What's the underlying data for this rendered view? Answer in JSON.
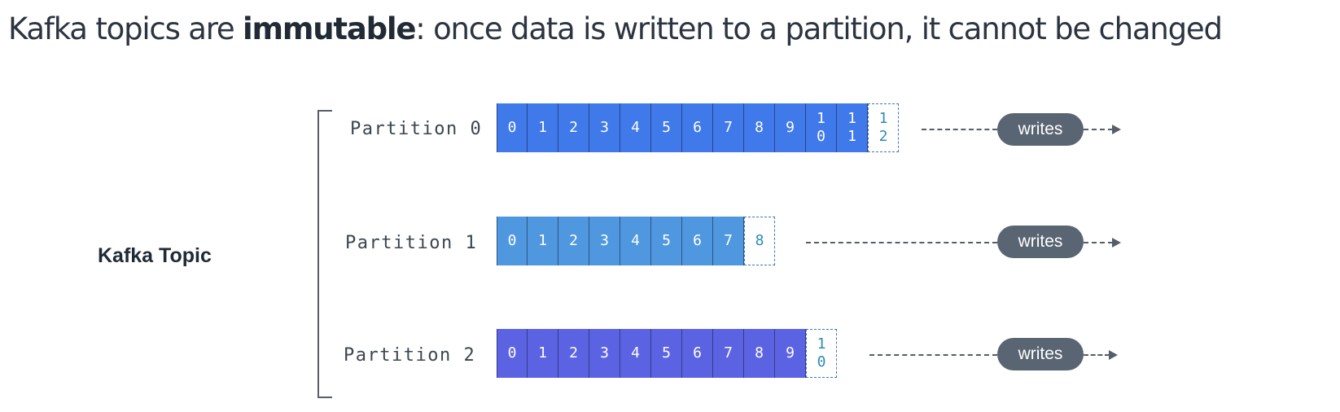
{
  "headline": {
    "prefix": "Kafka topics are ",
    "emphasis": "immutable",
    "suffix": ": once data is written to a partition, it cannot be changed"
  },
  "topic_label": "Kafka Topic",
  "colors": {
    "partition_0": "#3f79ea",
    "partition_1": "#4f97df",
    "partition_2": "#5c63e3",
    "pending_text": "#2d8bb9",
    "writes_pill": "#5a6573"
  },
  "partitions": [
    {
      "label": "Partition 0",
      "offsets": [
        [
          "0"
        ],
        [
          "1"
        ],
        [
          "2"
        ],
        [
          "3"
        ],
        [
          "4"
        ],
        [
          "5"
        ],
        [
          "6"
        ],
        [
          "7"
        ],
        [
          "8"
        ],
        [
          "9"
        ],
        [
          "1",
          "0"
        ],
        [
          "1",
          "1"
        ]
      ],
      "next_offset": [
        "1",
        "2"
      ],
      "writes_label": "writes"
    },
    {
      "label": "Partition 1",
      "offsets": [
        [
          "0"
        ],
        [
          "1"
        ],
        [
          "2"
        ],
        [
          "3"
        ],
        [
          "4"
        ],
        [
          "5"
        ],
        [
          "6"
        ],
        [
          "7"
        ]
      ],
      "next_offset": [
        "8"
      ],
      "writes_label": "writes"
    },
    {
      "label": "Partition 2",
      "offsets": [
        [
          "0"
        ],
        [
          "1"
        ],
        [
          "2"
        ],
        [
          "3"
        ],
        [
          "4"
        ],
        [
          "5"
        ],
        [
          "6"
        ],
        [
          "7"
        ],
        [
          "8"
        ],
        [
          "9"
        ]
      ],
      "next_offset": [
        "1",
        "0"
      ],
      "writes_label": "writes"
    }
  ]
}
